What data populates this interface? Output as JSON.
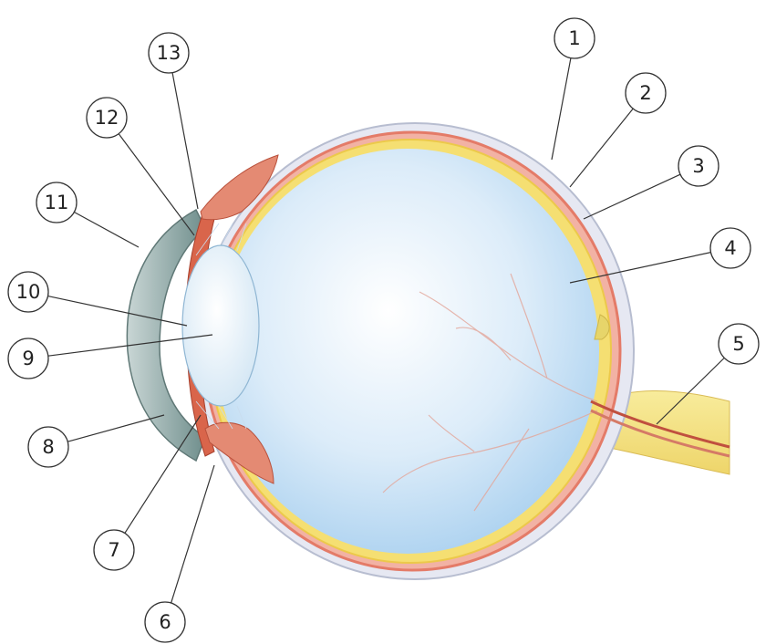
{
  "labels": [
    {
      "number": "1"
    },
    {
      "number": "2"
    },
    {
      "number": "3"
    },
    {
      "number": "4"
    },
    {
      "number": "5"
    },
    {
      "number": "6"
    },
    {
      "number": "7"
    },
    {
      "number": "8"
    },
    {
      "number": "9"
    },
    {
      "number": "10"
    },
    {
      "number": "11"
    },
    {
      "number": "12"
    },
    {
      "number": "13"
    }
  ],
  "colors": {
    "sclera_outline": "#a8b0c4",
    "choroid": "#e58a7a",
    "retina": "#f2dc64",
    "vitreous": "#cfe6f7",
    "lens": "#e8f3fb",
    "cornea": "#9db3b2",
    "iris": "#d9654b",
    "optic_nerve": "#f6e68a",
    "vessel": "#b84a3c"
  }
}
